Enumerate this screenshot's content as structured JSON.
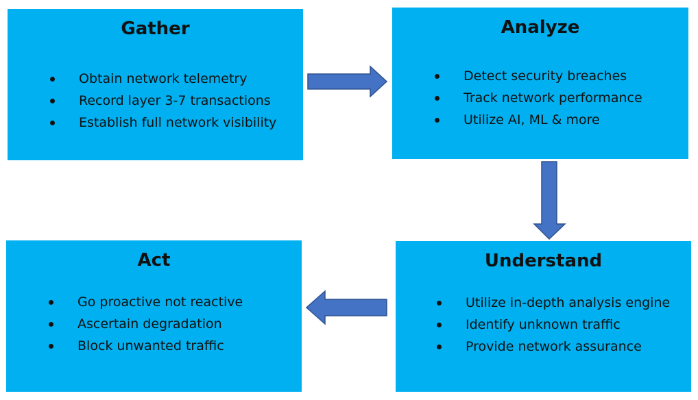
{
  "boxes": {
    "gather": {
      "title": "Gather",
      "items": [
        "Obtain network telemetry",
        "Record layer 3-7 transactions",
        "Establish full network visibility"
      ]
    },
    "analyze": {
      "title": "Analyze",
      "items": [
        "Detect security breaches",
        "Track network performance",
        "Utilize AI, ML & more"
      ]
    },
    "understand": {
      "title": "Understand",
      "items": [
        "Utilize in-depth analysis engine",
        "Identify unknown traffic",
        "Provide network assurance"
      ]
    },
    "act": {
      "title": "Act",
      "items": [
        "Go proactive not reactive",
        "Ascertain degradation",
        "Block unwanted traffic"
      ]
    }
  },
  "colors": {
    "box_fill": "#00b0f0",
    "arrow_fill": "#4472c4",
    "arrow_stroke": "#2f528f"
  }
}
